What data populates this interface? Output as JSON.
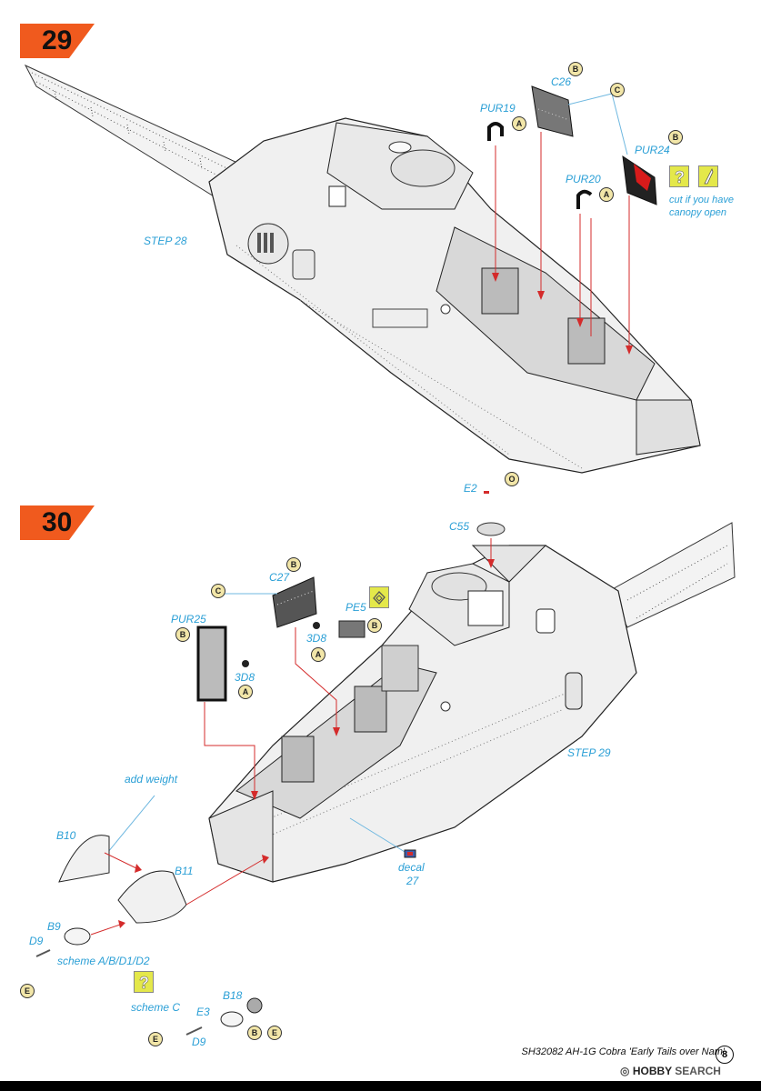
{
  "steps": [
    {
      "number": "29"
    },
    {
      "number": "30"
    }
  ],
  "step29": {
    "ref_step": "STEP 28",
    "parts": {
      "pur19": "PUR19",
      "c26": "C26",
      "pur24": "PUR24",
      "pur20": "PUR20"
    },
    "refs": {
      "pur19": "A",
      "c26": "B",
      "c26_c": "C",
      "pur24": "B",
      "pur20": "A"
    },
    "note": [
      "cut if you have",
      "canopy open"
    ]
  },
  "step30": {
    "ref_step": "STEP 29",
    "parts": {
      "e2": "E2",
      "c55": "C55",
      "c27": "C27",
      "pur25": "PUR25",
      "pe5": "PE5",
      "3d8_a": "3D8",
      "3d8_b": "3D8",
      "b10": "B10",
      "b11": "B11",
      "b9": "B9",
      "d9_a": "D9",
      "d9_b": "D9",
      "e3": "E3",
      "b18": "B18"
    },
    "refs": {
      "e2": "O",
      "c27": "B",
      "c_link": "C",
      "pur25": "B",
      "pe5": "B",
      "3d8_a": "A",
      "3d8_b": "A",
      "d9": "E",
      "e3": "E",
      "b18_b": "B",
      "b18_e": "E"
    },
    "notes": {
      "add_weight": "add weight",
      "decal_line1": "decal",
      "decal_line2": "27",
      "scheme_abd": "scheme A/B/D1/D2",
      "scheme_c": "scheme C"
    }
  },
  "footer": {
    "title": "SH32082  AH-1G Cobra 'Early Tails over Nam'",
    "page": "8"
  },
  "watermark": {
    "hobby": "HOBBY",
    "search": "SEARCH"
  },
  "colors": {
    "accent": "#f05a1e",
    "label": "#2a9fd6",
    "arrow": "#d42b2b",
    "tip": "#e4e84a"
  }
}
